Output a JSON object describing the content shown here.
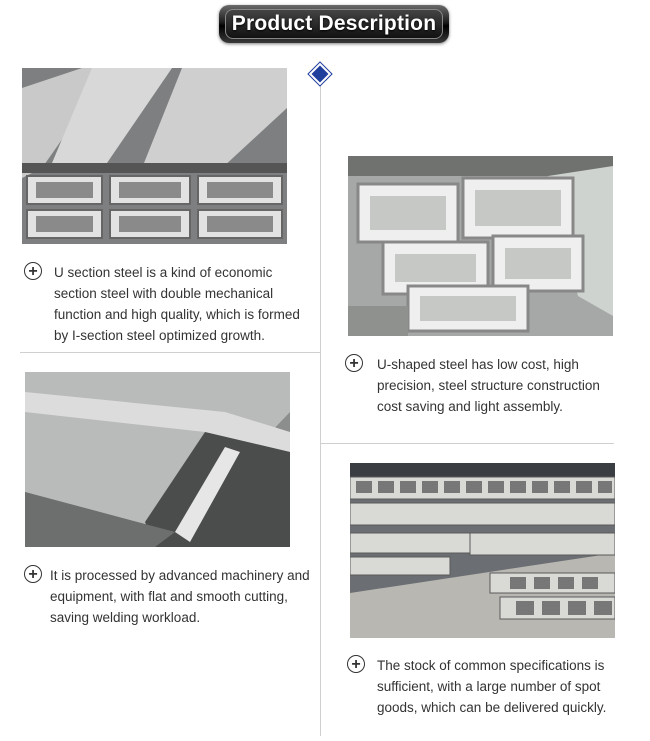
{
  "header": {
    "title": "Product Description"
  },
  "sections": [
    {
      "caption": "U section steel is a kind of economic section steel with double mechanical function and high quality, which is formed by I-section steel optimized growth."
    },
    {
      "caption": "U-shaped steel has low cost, high precision, steel structure construction cost saving and light assembly."
    },
    {
      "caption": "It is processed by advanced machinery and equipment, with flat and smooth cutting, saving welding workload."
    },
    {
      "caption": "The stock of common specifications is sufficient, with a large number of spot goods, which can be delivered quickly."
    }
  ],
  "icons": {
    "bullet": "plus-circle-icon",
    "divider_marker": "diamond-icon"
  },
  "colors": {
    "marker": "#1f3f9c",
    "divider": "#cfcfcf",
    "text": "#333333"
  }
}
